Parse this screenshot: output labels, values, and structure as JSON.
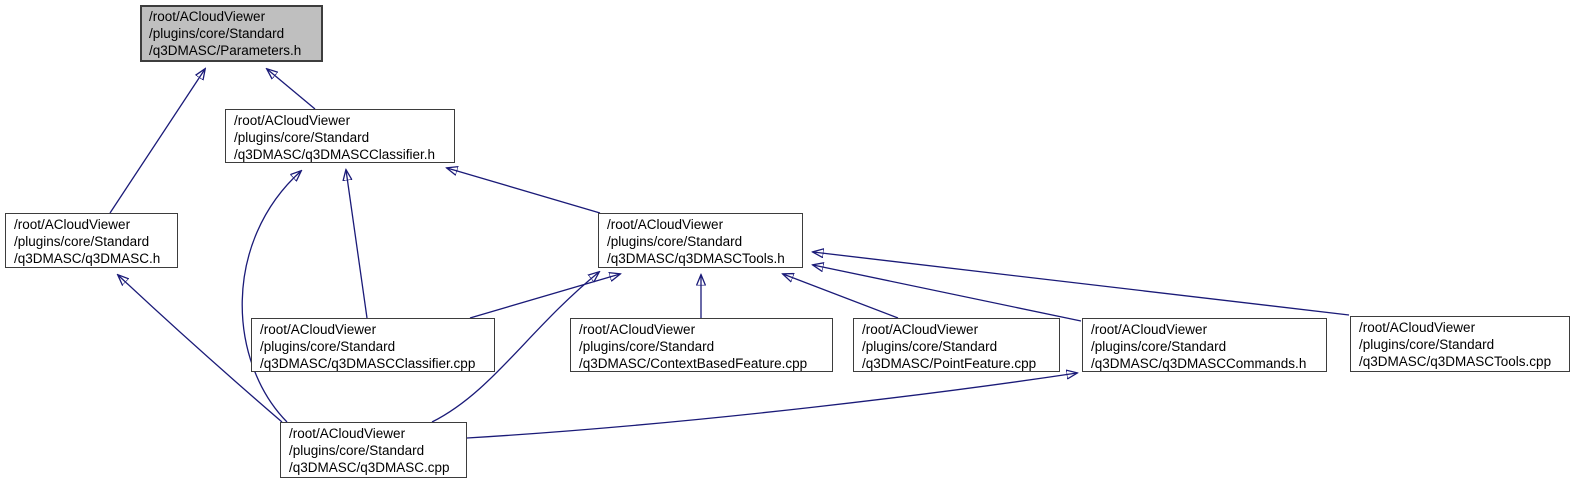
{
  "diagram": {
    "kind": "include-dependency-graph",
    "edge_color": "#1a1a78",
    "highlight_fill": "#bfbfbf",
    "node_fill": "#ffffff"
  },
  "nodes": {
    "parameters_h": {
      "lines": [
        "/root/ACloudViewer",
        "/plugins/core/Standard",
        "/q3DMASC/Parameters.h"
      ],
      "highlighted": true
    },
    "classifier_h": {
      "lines": [
        "/root/ACloudViewer",
        "/plugins/core/Standard",
        "/q3DMASC/q3DMASCClassifier.h"
      ],
      "highlighted": false
    },
    "q3dmasc_h": {
      "lines": [
        "/root/ACloudViewer",
        "/plugins/core/Standard",
        "/q3DMASC/q3DMASC.h"
      ],
      "highlighted": false
    },
    "tools_h": {
      "lines": [
        "/root/ACloudViewer",
        "/plugins/core/Standard",
        "/q3DMASC/q3DMASCTools.h"
      ],
      "highlighted": false
    },
    "classifier_cpp": {
      "lines": [
        "/root/ACloudViewer",
        "/plugins/core/Standard",
        "/q3DMASC/q3DMASCClassifier.cpp"
      ],
      "highlighted": false
    },
    "contextbasedfeature_cpp": {
      "lines": [
        "/root/ACloudViewer",
        "/plugins/core/Standard",
        "/q3DMASC/ContextBasedFeature.cpp"
      ],
      "highlighted": false
    },
    "pointfeature_cpp": {
      "lines": [
        "/root/ACloudViewer",
        "/plugins/core/Standard",
        "/q3DMASC/PointFeature.cpp"
      ],
      "highlighted": false
    },
    "commands_h": {
      "lines": [
        "/root/ACloudViewer",
        "/plugins/core/Standard",
        "/q3DMASC/q3DMASCCommands.h"
      ],
      "highlighted": false
    },
    "tools_cpp": {
      "lines": [
        "/root/ACloudViewer",
        "/plugins/core/Standard",
        "/q3DMASC/q3DMASCTools.cpp"
      ],
      "highlighted": false
    },
    "q3dmasc_cpp": {
      "lines": [
        "/root/ACloudViewer",
        "/plugins/core/Standard",
        "/q3DMASC/q3DMASC.cpp"
      ],
      "highlighted": false
    }
  },
  "edges": [
    {
      "from": "q3dmasc_h",
      "to": "parameters_h"
    },
    {
      "from": "classifier_h",
      "to": "parameters_h"
    },
    {
      "from": "classifier_cpp",
      "to": "classifier_h"
    },
    {
      "from": "tools_h",
      "to": "classifier_h"
    },
    {
      "from": "q3dmasc_cpp",
      "to": "classifier_h"
    },
    {
      "from": "q3dmasc_cpp",
      "to": "q3dmasc_h"
    },
    {
      "from": "classifier_cpp",
      "to": "tools_h"
    },
    {
      "from": "q3dmasc_cpp",
      "to": "tools_h"
    },
    {
      "from": "contextbasedfeature_cpp",
      "to": "tools_h"
    },
    {
      "from": "pointfeature_cpp",
      "to": "tools_h"
    },
    {
      "from": "commands_h",
      "to": "tools_h"
    },
    {
      "from": "tools_cpp",
      "to": "tools_h"
    },
    {
      "from": "q3dmasc_cpp",
      "to": "commands_h"
    }
  ]
}
